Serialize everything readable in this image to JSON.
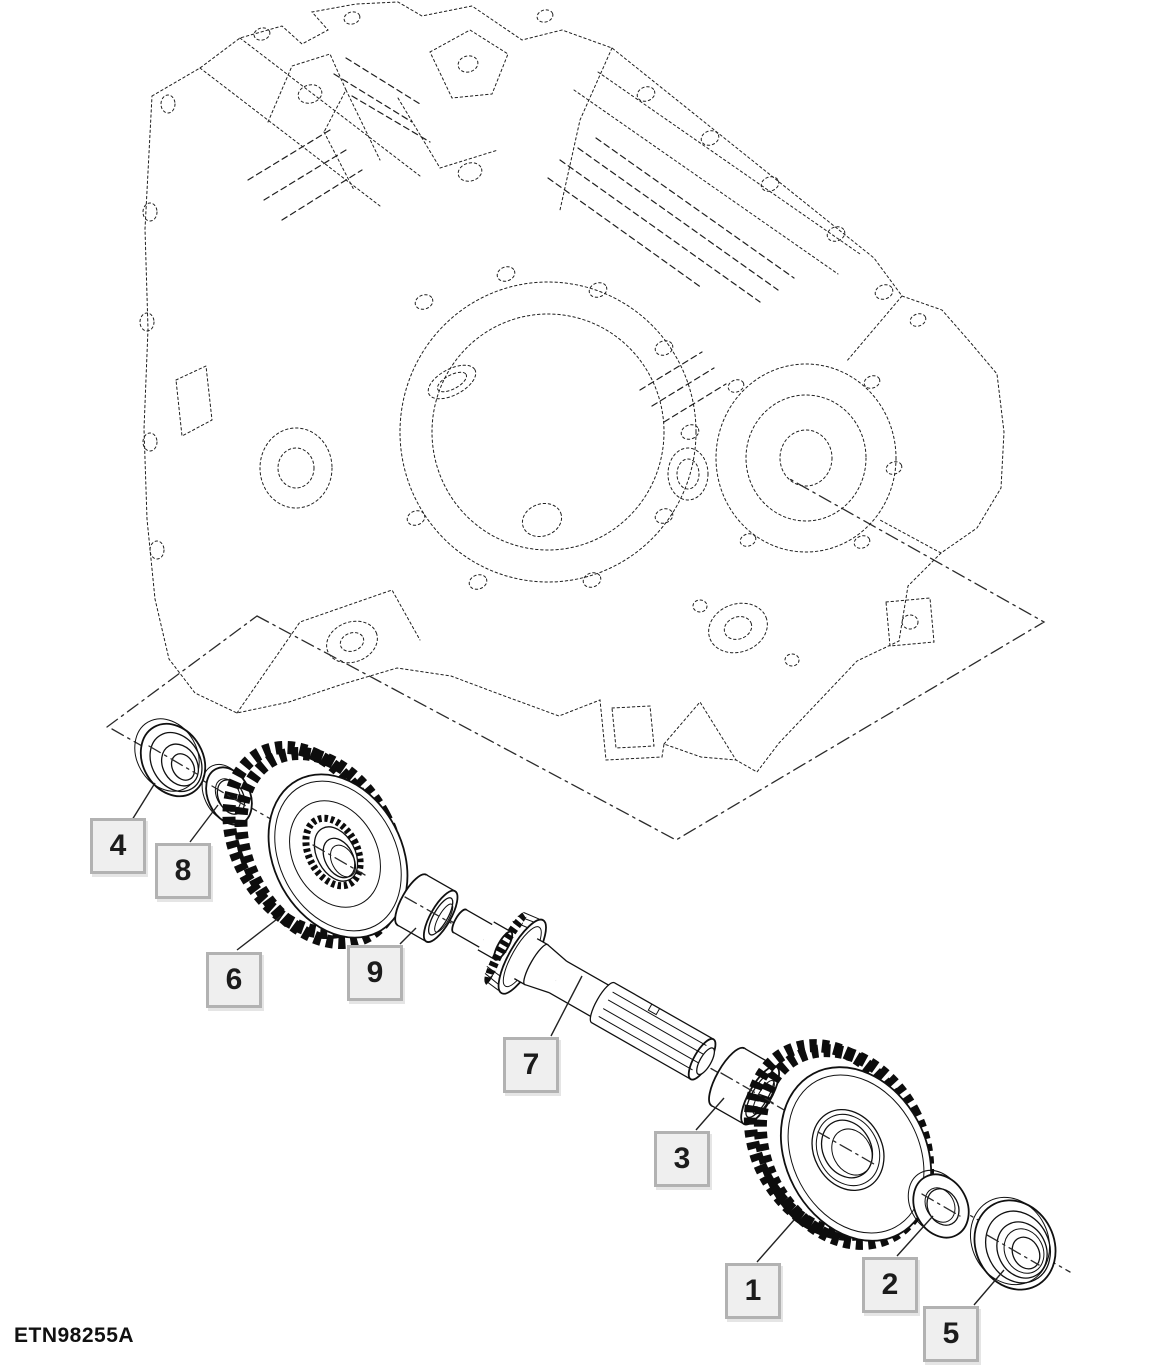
{
  "diagram": {
    "code": "ETN98255A",
    "kind": "exploded-parts-diagram",
    "background": "#ffffff",
    "line_color": "#1a1a1a"
  },
  "callouts": [
    {
      "label": "1",
      "part": "large-driven-gear"
    },
    {
      "label": "2",
      "part": "thrust-washer"
    },
    {
      "label": "3",
      "part": "bushing"
    },
    {
      "label": "4",
      "part": "tapered-roller-bearing"
    },
    {
      "label": "5",
      "part": "tapered-roller-bearing"
    },
    {
      "label": "6",
      "part": "large-gear-with-clutch-hub"
    },
    {
      "label": "7",
      "part": "splined-gear-shaft"
    },
    {
      "label": "8",
      "part": "thrust-washer"
    },
    {
      "label": "9",
      "part": "bushing"
    }
  ],
  "colors": {
    "callout_bg": "#efefef",
    "callout_border": "#b2b2b2",
    "callout_text": "#1c1c1c"
  }
}
